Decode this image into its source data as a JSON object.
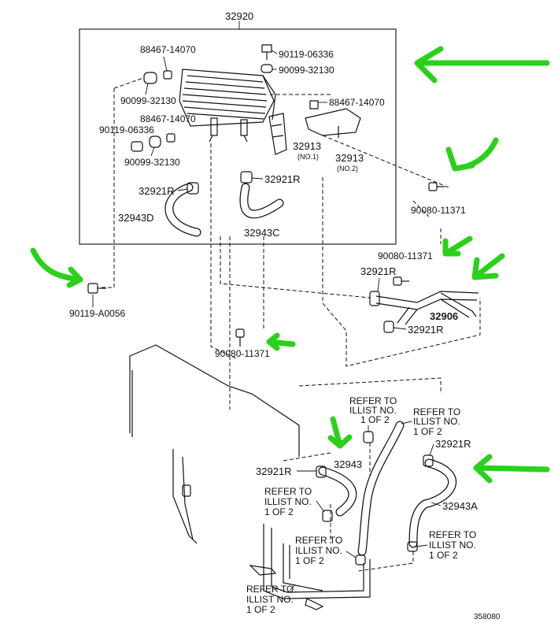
{
  "diagram": {
    "assembly_label": "32920",
    "labels": {
      "p88467_top": "88467-14070",
      "p90119_top": "90119-06336",
      "p90099_top": "90099-32130",
      "p90099_left": "90099-32130",
      "p88467_right": "88467-14070",
      "p88467_left": "88467-14070",
      "p90119_left": "90119-06336",
      "p90099_left2": "90099-32130",
      "p32913_no1": "32913",
      "p32913_no1_sub": "(NO.1)",
      "p32913_no2": "32913",
      "p32913_no2_sub": "(NO.2)",
      "p32921R_a": "32921R",
      "p32921R_b": "32921R",
      "p32943D": "32943D",
      "p32943C": "32943C",
      "p90080_right": "90080-11371",
      "p90080_mid": "90080-11371",
      "p32921R_c": "32921R",
      "p32906": "32906",
      "p32921R_d": "32921R",
      "p90119_bolt": "90119-A0056",
      "p90080_low": "90080-11371",
      "refer_a_1": "REFER TO",
      "refer_a_2": "ILLIST NO.",
      "refer_a_3": "1 OF 2",
      "refer_b_1": "REFER TO",
      "refer_b_2": "ILLIST NO.",
      "refer_b_3": "1 OF 2",
      "p32921R_e": "32921R",
      "p32943": "32943",
      "p32921R_f": "32921R",
      "p32943A": "32943A",
      "refer_c_1": "REFER TO",
      "refer_c_2": "ILLIST NO.",
      "refer_c_3": "1 OF 2",
      "refer_d_1": "REFER TO",
      "refer_d_2": "ILLIST NO.",
      "refer_d_3": "1 OF 2",
      "refer_e_1": "REFER TO",
      "refer_e_2": "ILLIST NO.",
      "refer_e_3": "1 OF 2",
      "refer_f_1": "REFER TO",
      "refer_f_2": "ILLIST NO.",
      "refer_f_3": "1 OF 2",
      "diagram_id": "358080"
    },
    "colors": {
      "line": "#111111",
      "highlight": "#00aeef",
      "annotation_arrow": "#2ad11a"
    }
  }
}
